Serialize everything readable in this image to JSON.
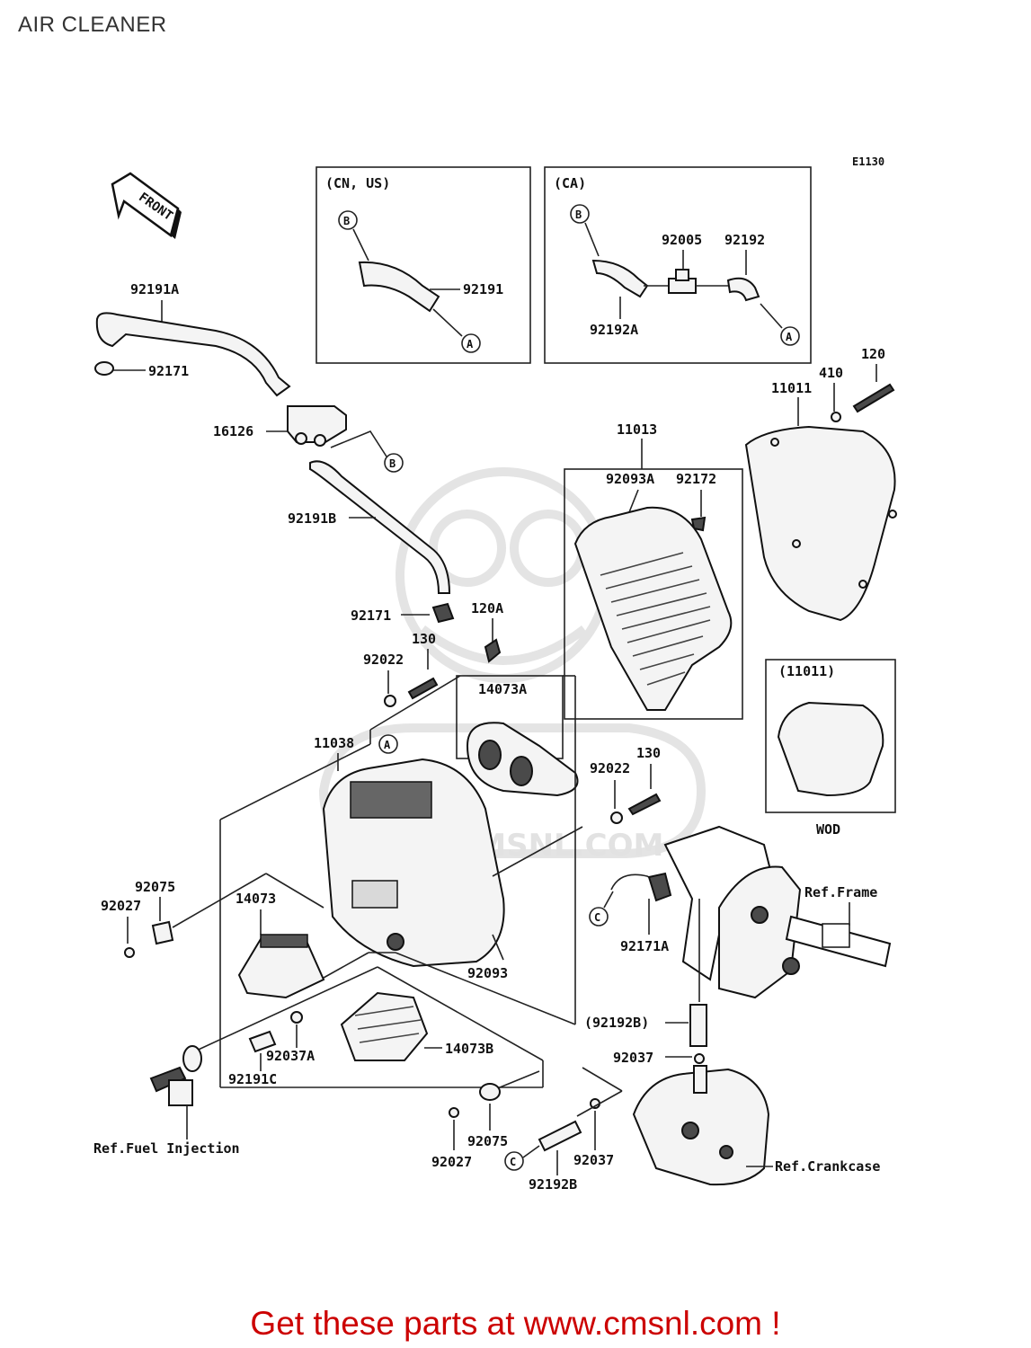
{
  "title": "AIR CLEANER",
  "call_to_action": "Get these parts at www.cmsnl.com !",
  "cta_color": "#cc0000",
  "diagram_code": "E1130",
  "watermark_text": "WWW.CMSNL.COM",
  "front_arrow": "FRONT",
  "boxes": {
    "cn_us": {
      "header": "(CN, US)"
    },
    "ca": {
      "header": "(CA)"
    },
    "wod": {
      "header": "(11011)",
      "footer": "WOD"
    }
  },
  "refs": {
    "frame": "Ref.Frame",
    "crankcase": "Ref.Crankcase",
    "fuel_injection": "Ref.Fuel Injection"
  },
  "markers": {
    "a": "A",
    "b": "B",
    "c": "C"
  },
  "parts": {
    "p92191A": "92191A",
    "p92171_top": "92171",
    "p16126": "16126",
    "p92191B": "92191B",
    "p92191": "92191",
    "p92005": "92005",
    "p92192": "92192",
    "p92192A": "92192A",
    "p120": "120",
    "p410": "410",
    "p11011": "11011",
    "p11013": "11013",
    "p92093A": "92093A",
    "p92172": "92172",
    "p92171_mid": "92171",
    "p120A": "120A",
    "p130_left": "130",
    "p92022_left": "92022",
    "p14073A": "14073A",
    "p11038": "11038",
    "p92022_right": "92022",
    "p130_right": "130",
    "p92075_left": "92075",
    "p92027_left": "92027",
    "p14073": "14073",
    "p92093": "92093",
    "p92171A": "92171A",
    "p92037A": "92037A",
    "p14073B": "14073B",
    "p92191C": "92191C",
    "p92192B_paren": "(92192B)",
    "p92037_right": "92037",
    "p92027_bottom": "92027",
    "p92075_bottom": "92075",
    "p92037_bottom": "92037",
    "p92192B": "92192B"
  }
}
